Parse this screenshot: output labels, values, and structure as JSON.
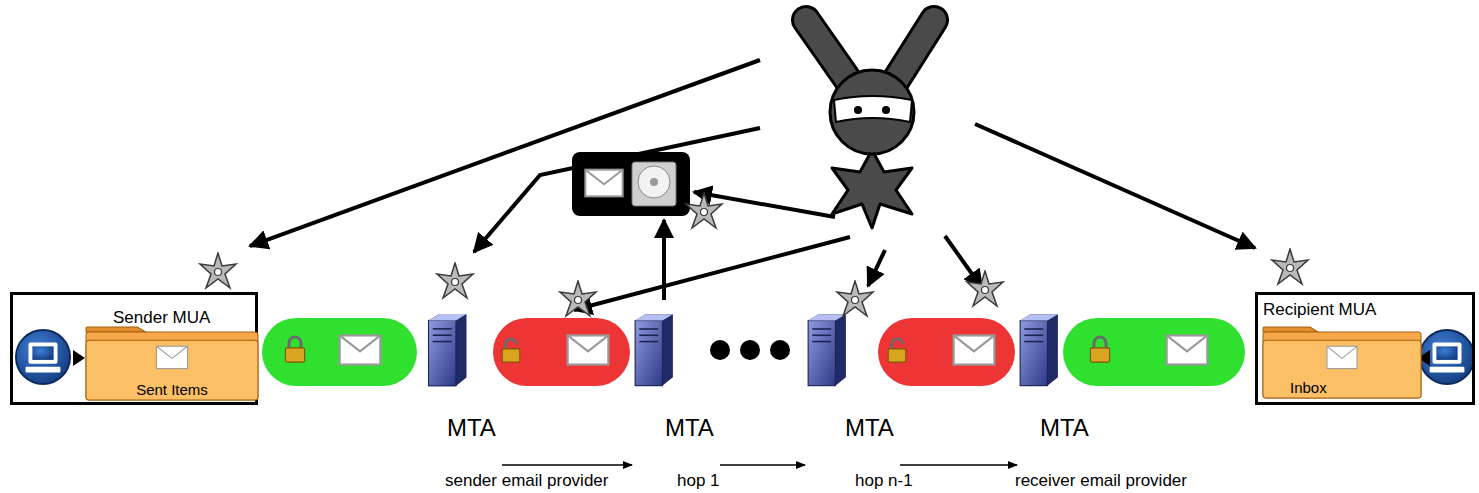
{
  "diagram": {
    "nodes": [
      {
        "text": [
          "Sender MUA"
        ]
      },
      {
        "text": [
          "Sent Items"
        ],
        "in": 0
      },
      {
        "text": [
          "MTA"
        ]
      },
      {
        "text": [
          "MTA"
        ]
      },
      {
        "text": [
          "MTA"
        ]
      },
      {
        "text": [
          "MTA"
        ]
      },
      {
        "text": [
          "Recipient MUA"
        ]
      },
      {
        "text": [
          "Inbox"
        ],
        "in": 6
      }
    ],
    "edges": [
      {
        "from": 2,
        "to": 3,
        "arrow": "to"
      },
      {
        "from": 3,
        "to": 4,
        "arrow": "to"
      },
      {
        "from": 4,
        "to": 5,
        "arrow": "to"
      }
    ],
    "labels": [
      "sender email provider",
      "hop 1",
      "hop n-1",
      "receiver email provider"
    ]
  }
}
